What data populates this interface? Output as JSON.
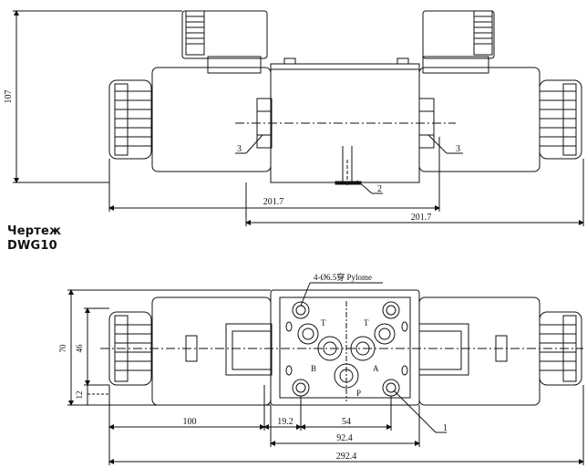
{
  "heading": {
    "line1": "Чертеж",
    "line2": "DWG10"
  },
  "side_view": {
    "height_dim": "107",
    "callout_left": "3",
    "callout_right": "3",
    "callout_bottom": "2",
    "dim_left_width": "201.7",
    "dim_right_width": "201.7"
  },
  "top_view": {
    "hole_note": "4-Ø6.5穿 Pylome",
    "port_t_left": "T",
    "port_t_right": "T",
    "port_b": "B",
    "port_a": "A",
    "port_p": "P",
    "callout_1": "1",
    "dim_70": "70",
    "dim_46": "46",
    "dim_12": "12",
    "dim_100": "100",
    "dim_19_2": "19.2",
    "dim_54": "54",
    "dim_92_4": "92.4",
    "dim_292_4": "292.4"
  }
}
